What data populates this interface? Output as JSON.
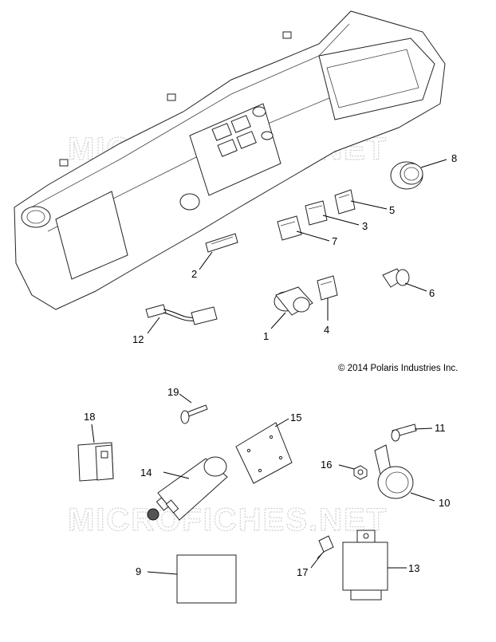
{
  "copyright": "© 2014 Polaris Industries Inc.",
  "watermark": "MICROFICHES.NET",
  "callouts": [
    "1",
    "2",
    "3",
    "4",
    "5",
    "6",
    "7",
    "8",
    "9",
    "10",
    "11",
    "12",
    "13",
    "14",
    "15",
    "16",
    "17",
    "18",
    "19"
  ]
}
